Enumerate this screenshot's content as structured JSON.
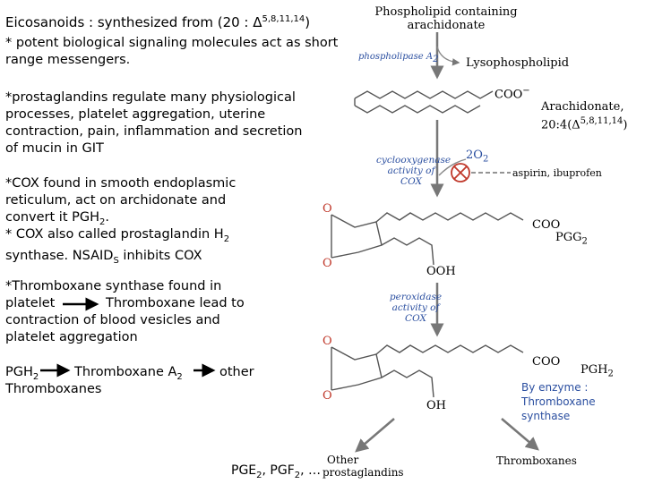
{
  "left": {
    "heading_main": "Eicosanoids : synthesized from (20 : ",
    "heading_delta": "Δ",
    "heading_sup": "5,8,11,14",
    "heading_close": ")",
    "intro": "* potent biological signaling molecules act as short range messengers.",
    "prostaglandins": "*prostaglandins regulate many physiological processes, platelet aggregation, uterine contraction, pain, inflammation and secretion of mucin in GIT",
    "cox_1": "*COX found in smooth endoplasmic reticulum, act on archidonate and convert it PGH",
    "cox_1_sub": "2",
    "cox_1_end": ".",
    "cox_2a": "* COX also called prostaglandin H",
    "cox_2_sub": "2",
    "cox_2b": "synthase. NSAID",
    "cox_2_sub2": "S",
    "cox_2c": " inhibits  COX",
    "thrombox_1": "*Thromboxane synthase found in",
    "thrombox_2a": "platelet",
    "thrombox_2b": "Thromboxane lead to",
    "thrombox_3": "contraction of blood vesicles and platelet aggregation",
    "flow_a": "PGH",
    "flow_a_sub": "2",
    "flow_b": "Thromboxane A",
    "flow_b_sub": "2",
    "flow_c": "other",
    "flow_d": "Thromboxanes",
    "bottom_a": "PGE",
    "bottom_a_sub": "2",
    "bottom_b": ", PGF",
    "bottom_b_sub": "2",
    "bottom_c": ", …",
    "enzyme_note": "By enzyme : Thromboxane synthase"
  },
  "pathway": {
    "phospholipid": "Phospholipid containing arachidonate",
    "phospholipase": "phospholipase A",
    "phospholipase_sub": "2",
    "lysophospholipid": "Lysophospholipid",
    "coo_minus": "COO",
    "coo_minus_sup": "−",
    "arachidonate": "Arachidonate,",
    "arachidonate_2": "20:4(Δ",
    "arachidonate_sup": "5,8,11,14",
    "arachidonate_close": ")",
    "cyclooxygenase": "cyclooxygenase activity of COX",
    "o2": "2O",
    "o2_sub": "2",
    "aspirin": "aspirin, ibuprofen",
    "o_top_1": "O",
    "o_top_2": "O",
    "coo_1": "COO",
    "pgg2": "PGG",
    "pgg2_sub": "2",
    "ooh": "OOH",
    "peroxidase": "peroxidase activity of COX",
    "o_mid_1": "O",
    "o_mid_2": "O",
    "coo_2": "COO",
    "pgh2": "PGH",
    "pgh2_sub": "2",
    "oh": "OH",
    "other_prost_1": "Other",
    "other_prost_2": "prostaglandins",
    "thromboxanes": "Thromboxanes"
  },
  "colors": {
    "blue": "#2b4fa0",
    "inhibitor": "#c0392b",
    "bond": "#555555"
  }
}
